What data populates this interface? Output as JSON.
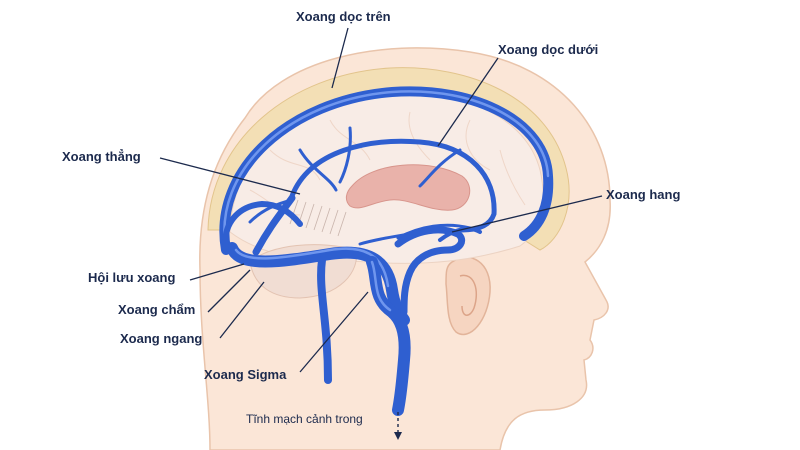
{
  "labels": {
    "superior_sagittal": "Xoang dọc trên",
    "inferior_sagittal": "Xoang dọc dưới",
    "straight": "Xoang thẳng",
    "cavernous": "Xoang hang",
    "confluence": "Hội lưu xoang",
    "occipital": "Xoang chẩm",
    "transverse": "Xoang ngang",
    "sigmoid": "Xoang Sigma",
    "internal_jugular": "Tĩnh mạch cảnh trong"
  },
  "colors": {
    "vein": "#2f5fd0",
    "vein_highlight": "#6f96ee",
    "skin": "#fbe6d7",
    "skin_outline": "#e9c4ab",
    "skull": "#f3dfb5",
    "brain": "#f8ece6",
    "corpus_callosum": "#e9b2aa",
    "label_text": "#1c2a4d",
    "leader_line": "#1c2a4d"
  }
}
